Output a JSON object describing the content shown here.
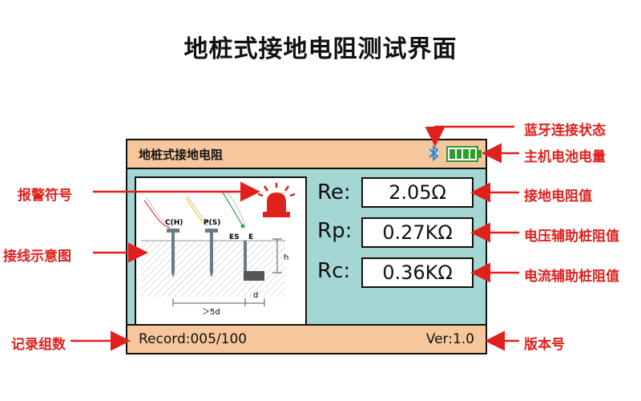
{
  "page_title": "地桩式接地电阻测试界面",
  "screen": {
    "title": "地桩式接地电阻",
    "bluetooth_icon": "bluetooth-icon",
    "battery_icon": "battery-icon",
    "diagram": {
      "label_ch": "C(H)",
      "label_ps": "P(S)",
      "label_es": "ES",
      "label_e": "E",
      "label_h": "h",
      "label_d": "d",
      "label_distance": "＞5d"
    },
    "readings": [
      {
        "label": "Re:",
        "value": "2.05Ω"
      },
      {
        "label": "Rp:",
        "value": "0.27KΩ"
      },
      {
        "label": "Rc:",
        "value": "0.36KΩ"
      }
    ],
    "record": "Record:005/100",
    "version": "Ver:1.0"
  },
  "annotations": {
    "bluetooth": "蓝牙连接状态",
    "battery": "主机电池电量",
    "alarm": "报警符号",
    "wiring": "接线示意图",
    "re": "接地电阻值",
    "rp": "电压辅助桩阻值",
    "rc": "电流辅助桩阻值",
    "record": "记录组数",
    "version": "版本号"
  },
  "colors": {
    "header_bg": "#f6c79c",
    "screen_bg": "#a4d6d3",
    "annotation": "#e0201c",
    "battery": "#2aa02a",
    "bluetooth": "#1e88e5"
  }
}
